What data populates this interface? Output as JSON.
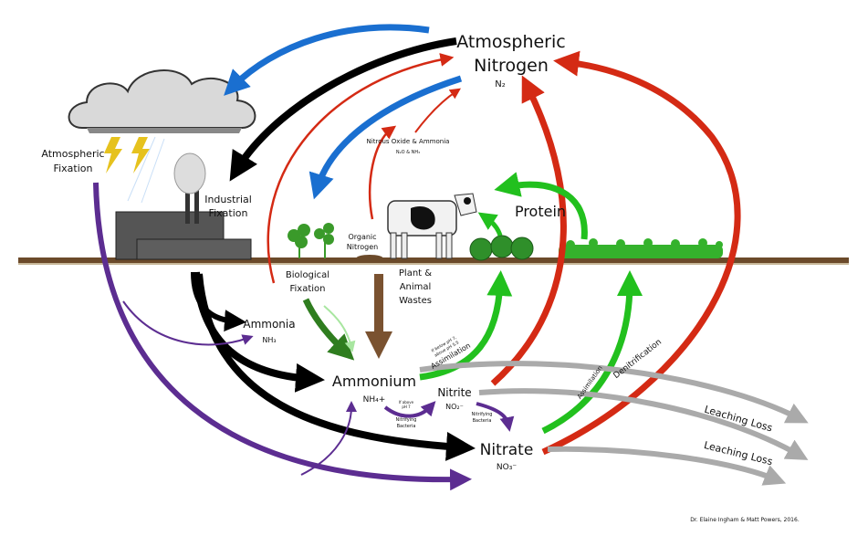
{
  "labels": {
    "atmospheric_nitrogen_1": "Atmospheric",
    "atmospheric_nitrogen_2": "Nitrogen",
    "n2": "N₂",
    "atmospheric_fixation_1": "Atmospheric",
    "atmospheric_fixation_2": "Fixation",
    "industrial_fixation_1": "Industrial",
    "industrial_fixation_2": "Fixation",
    "nitrous_oxide": "Nitrous Oxide & Ammonia",
    "nitrous_oxide_formula": "N₂O & NH₃",
    "organic_nitrogen_1": "Organic",
    "organic_nitrogen_2": "Nitrogen",
    "protein": "Protein",
    "biological_fixation_1": "Biological",
    "biological_fixation_2": "Fixation",
    "wastes_1": "Plant &",
    "wastes_2": "Animal",
    "wastes_3": "Wastes",
    "ammonia": "Ammonia",
    "ammonia_formula": "NH₃",
    "ammonium": "Ammonium",
    "ammonium_formula": "NH₄+",
    "ph_above_1": "If above",
    "ph_above_2": "pH 7",
    "nitrifying_1": "Nitrifying",
    "nitrifying_2": "Bacteria",
    "nitrite": "Nitrite",
    "nitrite_formula": "NO₂⁻",
    "nitrate": "Nitrate",
    "nitrate_formula": "NO₃⁻",
    "ph_below_1": "If below pH 7,",
    "ph_below_2": "above pH 5.5",
    "assimilation": "Assimilation",
    "denitrification": "Denitrification",
    "leaching_loss": "Leaching Loss",
    "credit": "Dr. Elaine Ingham & Matt Powers, 2016."
  },
  "colors": {
    "blue": "#1a6fd0",
    "black": "#000000",
    "red": "#d42a14",
    "green": "#22c01e",
    "dark_green": "#2f7d1f",
    "purple": "#5c2d91",
    "brown": "#7a5230",
    "grey": "#aaaaaa"
  }
}
